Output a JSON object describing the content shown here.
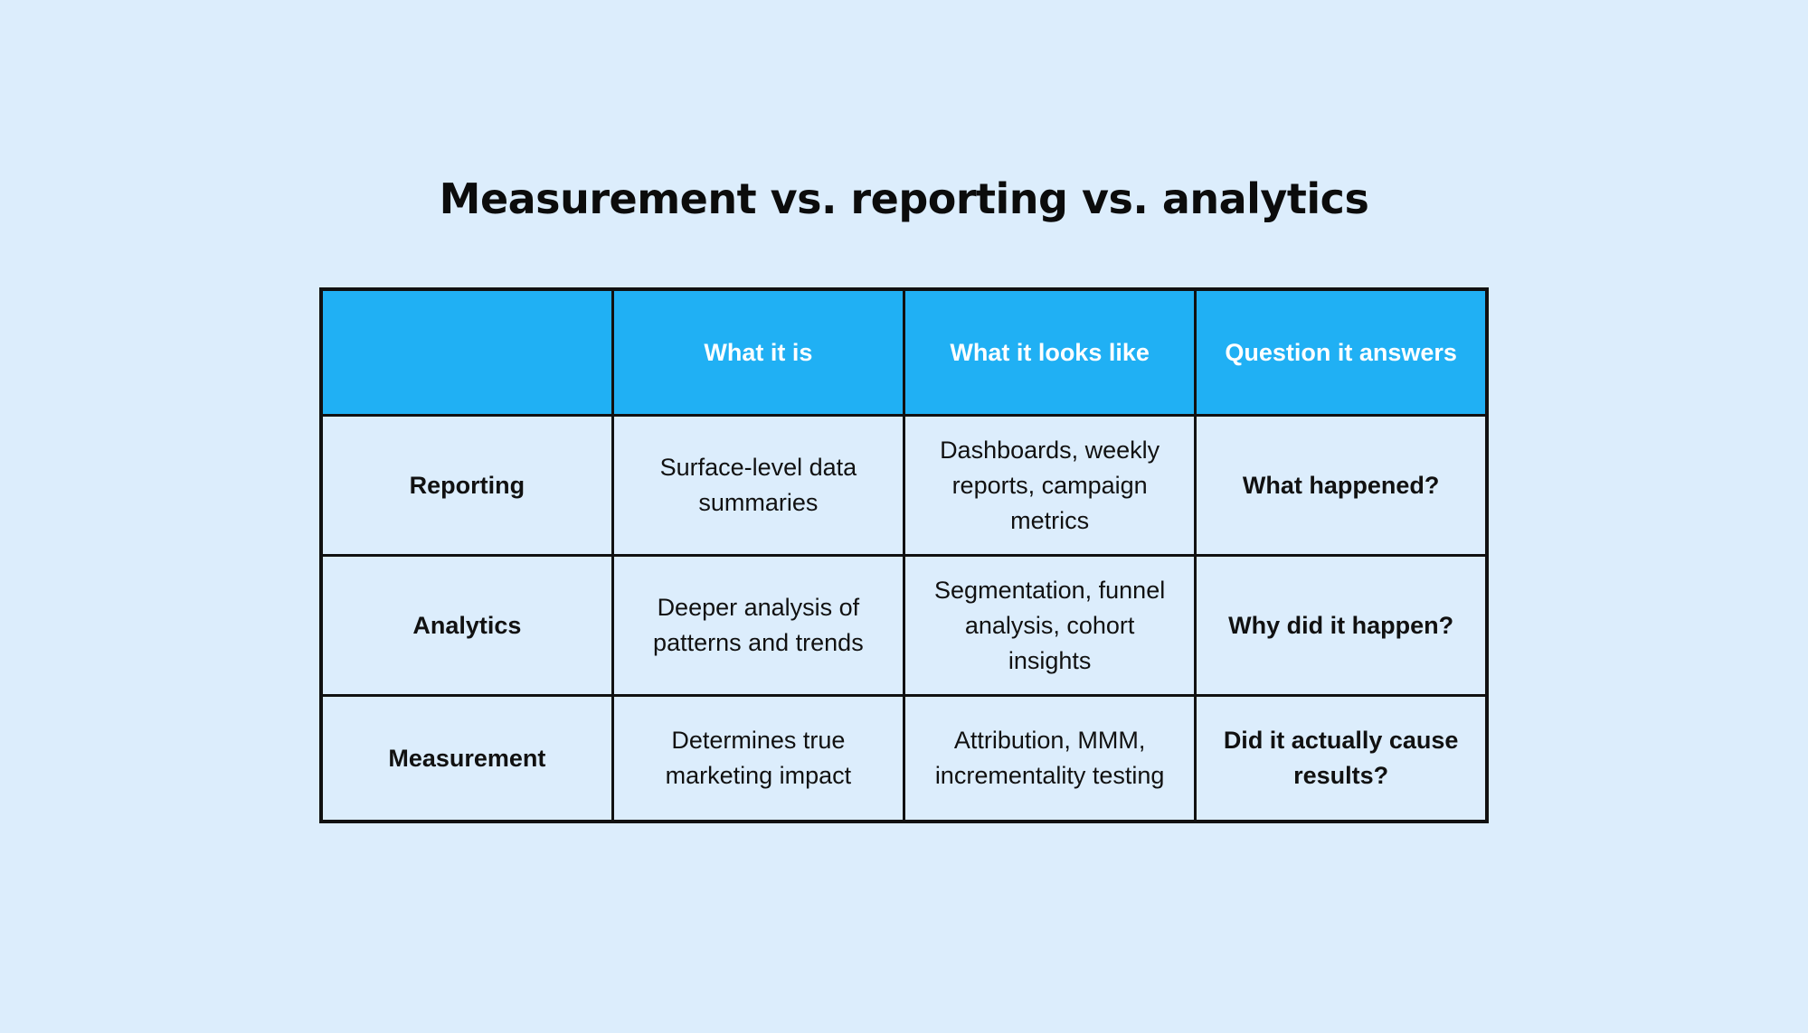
{
  "title": "Measurement vs. reporting vs. analytics",
  "table": {
    "headers": [
      "",
      "What it is",
      "What it looks like",
      "Question it answers"
    ],
    "rows": [
      {
        "label": "Reporting",
        "what_it_is": "Surface-level data summaries",
        "what_it_looks_like": "Dashboards, weekly reports, campaign metrics",
        "question": "What happened?"
      },
      {
        "label": "Analytics",
        "what_it_is": "Deeper analysis of patterns and trends",
        "what_it_looks_like": "Segmentation, funnel analysis, cohort insights",
        "question": "Why did it happen?"
      },
      {
        "label": "Measurement",
        "what_it_is": "Determines true marketing impact",
        "what_it_looks_like": "Attribution, MMM, incrementality testing",
        "question": "Did it actually cause results?"
      }
    ]
  },
  "colors": {
    "background": "#dcedfc",
    "header": "#20b0f4",
    "header_text": "#ffffff",
    "border": "#111111"
  }
}
